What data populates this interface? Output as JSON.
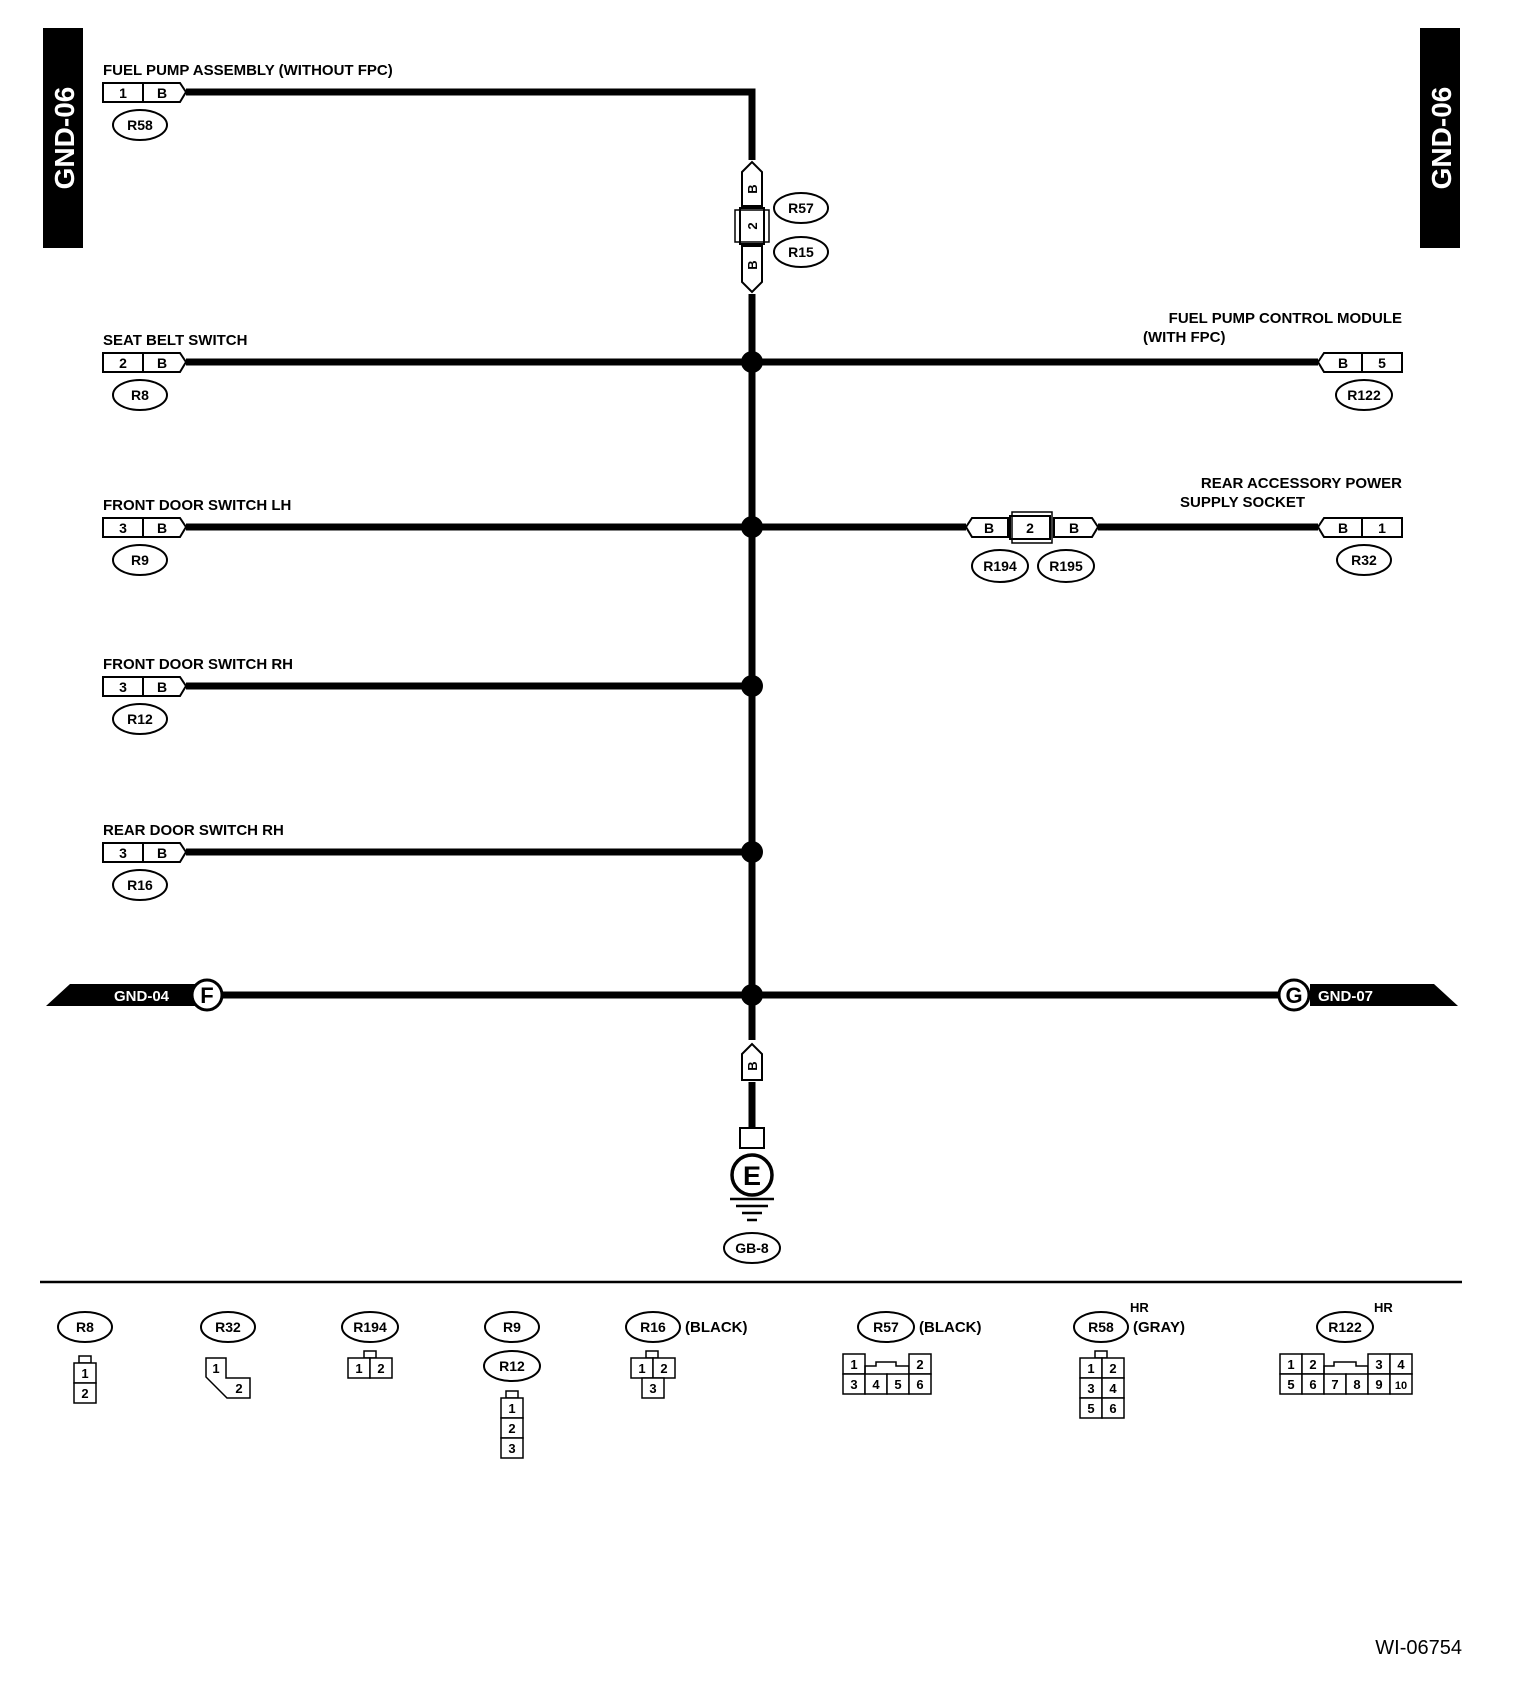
{
  "page_tab": "GND-06",
  "figure_id": "WI-06754",
  "wire_color": "B",
  "components": {
    "fuel_pump_assembly": {
      "label": "FUEL PUMP ASSEMBLY (WITHOUT FPC)",
      "pin": "1",
      "connector": "R58"
    },
    "seat_belt_switch": {
      "label": "SEAT BELT SWITCH",
      "pin": "2",
      "connector": "R8"
    },
    "front_door_switch_lh": {
      "label": "FRONT DOOR SWITCH LH",
      "pin": "3",
      "connector": "R9"
    },
    "front_door_switch_rh": {
      "label": "FRONT DOOR SWITCH RH",
      "pin": "3",
      "connector": "R12"
    },
    "rear_door_switch_rh": {
      "label": "REAR DOOR SWITCH RH",
      "pin": "3",
      "connector": "R16"
    },
    "fuel_pump_control_module": {
      "label_line1": "FUEL PUMP CONTROL MODULE",
      "label_line2": "(WITH FPC)",
      "pin": "5",
      "connector": "R122"
    },
    "rear_accessory_socket": {
      "label_line1": "REAR ACCESSORY POWER",
      "label_line2": "SUPPLY SOCKET",
      "pin": "1",
      "connector": "R32"
    }
  },
  "inline_connectors": {
    "upper": {
      "pin": "2",
      "left_ref": "R57",
      "right_ref": "R15"
    },
    "middle": {
      "pin": "2",
      "left_ref": "R194",
      "right_ref": "R195"
    }
  },
  "links": {
    "left": {
      "page": "GND-04",
      "letter": "F"
    },
    "right": {
      "page": "GND-07",
      "letter": "G"
    }
  },
  "ground": {
    "letter": "E",
    "ref": "GB-8"
  },
  "connector_views": [
    {
      "ref": "R8",
      "note": "",
      "pins": [
        "1",
        "2"
      ]
    },
    {
      "ref": "R32",
      "note": "",
      "pins": [
        "1",
        "2"
      ]
    },
    {
      "ref": "R194",
      "note": "",
      "pins": [
        "1",
        "2"
      ]
    },
    {
      "ref": "R9",
      "ref2": "R12",
      "note": "",
      "pins": [
        "1",
        "2",
        "3"
      ]
    },
    {
      "ref": "R16",
      "note": "(BLACK)",
      "pins": [
        "1",
        "2",
        "3"
      ]
    },
    {
      "ref": "R57",
      "note": "(BLACK)",
      "pins": [
        "1",
        "2",
        "3",
        "4",
        "5",
        "6"
      ]
    },
    {
      "ref": "R58",
      "note": "(GRAY)",
      "sup": "HR",
      "pins": [
        "1",
        "2",
        "3",
        "4",
        "5",
        "6"
      ]
    },
    {
      "ref": "R122",
      "note": "",
      "sup": "HR",
      "pins": [
        "1",
        "2",
        "3",
        "4",
        "5",
        "6",
        "7",
        "8",
        "9",
        "10"
      ]
    }
  ]
}
